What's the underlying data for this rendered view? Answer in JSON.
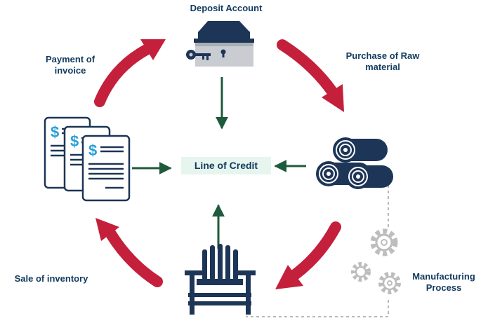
{
  "labels": {
    "deposit_account": "Deposit Account",
    "purchase_raw_material": "Purchase of Raw\nmaterial",
    "payment_of_invoice": "Payment of\ninvoice",
    "sale_of_inventory": "Sale of inventory",
    "manufacturing_process": "Manufacturing\nProcess",
    "line_of_credit": "Line of Credit"
  },
  "icons": {
    "deposit": "deposit-box-icon",
    "key": "key-icon",
    "raw_material": "logs-icon",
    "invoices": "invoice-documents-icon",
    "inventory": "adirondack-chair-icon",
    "manufacturing": "gears-icon"
  },
  "colors": {
    "cycle_arrow": "#c41f3b",
    "credit_arrow": "#1e5a3c",
    "navy": "#1d3557",
    "dollar": "#2a9fd8",
    "gear": "#bdbdbd",
    "center_fill": "#e6f6ee"
  }
}
